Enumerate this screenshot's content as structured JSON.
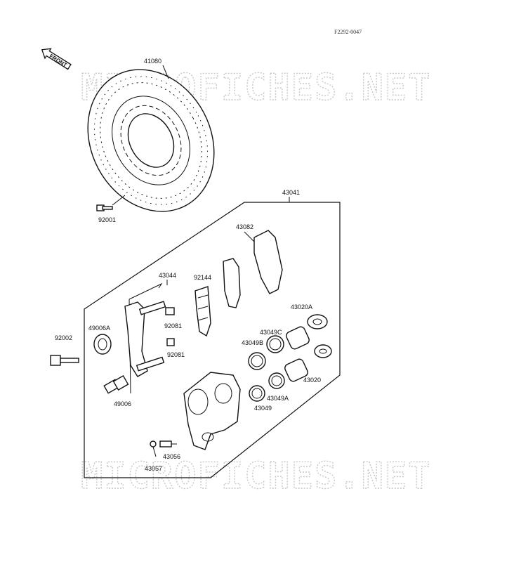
{
  "diagram": {
    "code": "F2292-0047",
    "front_label": "FRONT",
    "watermark": "MICROFICHES.NET",
    "labels": {
      "disc": "41080",
      "disc_bolt": "92001",
      "caliper_assy": "43041",
      "pad_set": "43082",
      "holder": "43044",
      "pad_spring": "92144",
      "boot_a": "49006A",
      "clip_upper": "92081",
      "clip_lower": "92081",
      "caliper_bolt": "92002",
      "pin": "49006",
      "piston_a": "43020A",
      "seal_c": "43049C",
      "seal_b": "43049B",
      "piston": "43020",
      "seal_a": "43049A",
      "seal": "43049",
      "bleed_valve": "43056",
      "bleed_cap": "43057"
    }
  }
}
